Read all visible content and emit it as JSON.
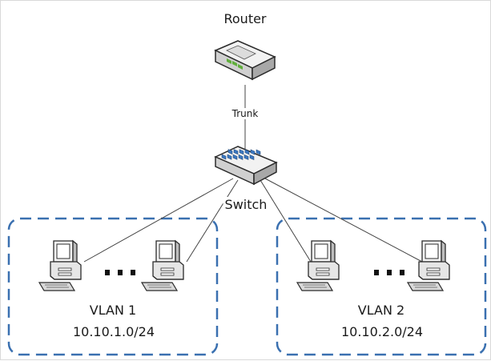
{
  "router": {
    "label": "Router"
  },
  "link": {
    "label": "Trunk"
  },
  "switch": {
    "label": "Switch"
  },
  "vlans": [
    {
      "name": "VLAN 1",
      "network": "10.10.1.0/24"
    },
    {
      "name": "VLAN 2",
      "network": "10.10.2.0/24"
    }
  ],
  "colors": {
    "vlan_border": "#3a70b0",
    "link": "#444444",
    "switch_port": "#3b78c2",
    "router_led": "#5fae3a"
  },
  "icons": [
    "router-icon",
    "switch-icon",
    "computer-icon"
  ]
}
